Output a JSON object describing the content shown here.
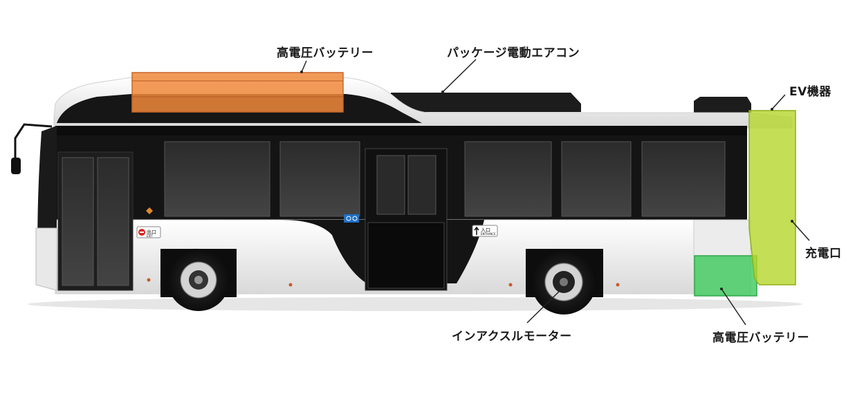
{
  "labels": {
    "battery_roof": "高電圧バッテリー",
    "aircon": "パッケージ電動エアコン",
    "ev_equipment": "EV機器",
    "charging_port": "充電口",
    "inaxle_motor": "インアクスルモーター",
    "battery_rear": "高電圧バッテリー"
  },
  "door_signs": {
    "exit_jp": "出口",
    "exit_en": "EXIT",
    "entrance_jp": "入口",
    "entrance_en": "ENTRANCE"
  },
  "colors": {
    "battery_roof_highlight": "#f08a3c",
    "battery_rear_highlight": "#3cc95a",
    "ev_equipment_highlight": "#b5d62a",
    "body_white": "#f2f2f2",
    "body_black": "#141414",
    "leader_line": "#222222"
  },
  "icons": [
    "accessibility-icon",
    "no-entry-icon",
    "entrance-arrow-icon"
  ]
}
